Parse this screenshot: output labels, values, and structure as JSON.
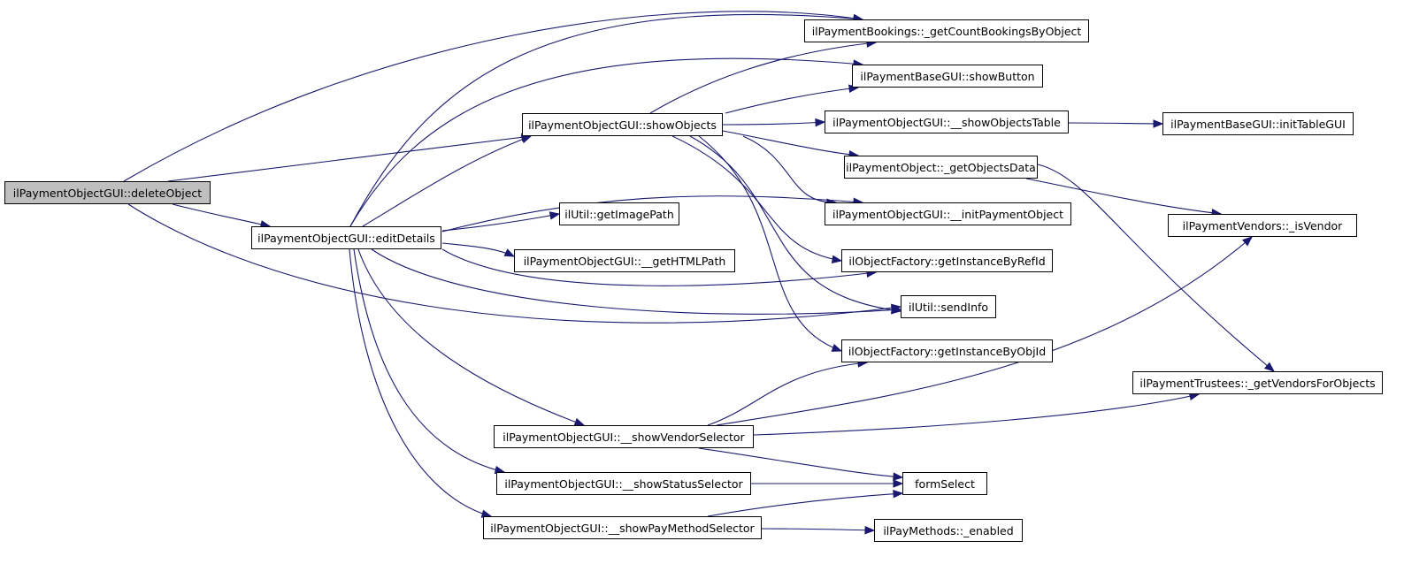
{
  "diagram": {
    "type": "call-graph",
    "title": "",
    "colors": {
      "edge": "#191970",
      "root_fill": "#bfbfbf",
      "node_fill": "#ffffff",
      "node_border": "#000000"
    },
    "nodes": [
      {
        "id": "deleteObject",
        "label": "ilPaymentObjectGUI::deleteObject",
        "root": true
      },
      {
        "id": "editDetails",
        "label": "ilPaymentObjectGUI::editDetails"
      },
      {
        "id": "showObjects",
        "label": "ilPaymentObjectGUI::showObjects"
      },
      {
        "id": "countBookings",
        "label": "ilPaymentBookings::_getCountBookingsByObject"
      },
      {
        "id": "showButton",
        "label": "ilPaymentBaseGUI::showButton"
      },
      {
        "id": "showObjectsTable",
        "label": "ilPaymentObjectGUI::__showObjectsTable"
      },
      {
        "id": "initTableGUI",
        "label": "ilPaymentBaseGUI::initTableGUI"
      },
      {
        "id": "getObjectsData",
        "label": "ilPaymentObject::_getObjectsData"
      },
      {
        "id": "initPaymentObject",
        "label": "ilPaymentObjectGUI::__initPaymentObject"
      },
      {
        "id": "isVendor",
        "label": "ilPaymentVendors::_isVendor"
      },
      {
        "id": "getImagePath",
        "label": "ilUtil::getImagePath"
      },
      {
        "id": "getHTMLPath",
        "label": "ilPaymentObjectGUI::__getHTMLPath"
      },
      {
        "id": "byRefId",
        "label": "ilObjectFactory::getInstanceByRefId"
      },
      {
        "id": "sendInfo",
        "label": "ilUtil::sendInfo"
      },
      {
        "id": "byObjId",
        "label": "ilObjectFactory::getInstanceByObjId"
      },
      {
        "id": "vendorsForObjects",
        "label": "ilPaymentTrustees::_getVendorsForObjects"
      },
      {
        "id": "vendorSelector",
        "label": "ilPaymentObjectGUI::__showVendorSelector"
      },
      {
        "id": "statusSelector",
        "label": "ilPaymentObjectGUI::__showStatusSelector"
      },
      {
        "id": "payMethodSelector",
        "label": "ilPaymentObjectGUI::__showPayMethodSelector"
      },
      {
        "id": "formSelect",
        "label": "formSelect"
      },
      {
        "id": "payMethodsEnabled",
        "label": "ilPayMethods::_enabled"
      }
    ],
    "edges": [
      {
        "from": "deleteObject",
        "to": "countBookings"
      },
      {
        "from": "deleteObject",
        "to": "showObjects"
      },
      {
        "from": "deleteObject",
        "to": "editDetails"
      },
      {
        "from": "deleteObject",
        "to": "sendInfo"
      },
      {
        "from": "editDetails",
        "to": "countBookings"
      },
      {
        "from": "editDetails",
        "to": "showButton"
      },
      {
        "from": "editDetails",
        "to": "showObjects"
      },
      {
        "from": "editDetails",
        "to": "initPaymentObject"
      },
      {
        "from": "editDetails",
        "to": "getImagePath"
      },
      {
        "from": "editDetails",
        "to": "getHTMLPath"
      },
      {
        "from": "editDetails",
        "to": "byRefId"
      },
      {
        "from": "editDetails",
        "to": "sendInfo"
      },
      {
        "from": "editDetails",
        "to": "vendorSelector"
      },
      {
        "from": "editDetails",
        "to": "statusSelector"
      },
      {
        "from": "editDetails",
        "to": "payMethodSelector"
      },
      {
        "from": "showObjects",
        "to": "countBookings"
      },
      {
        "from": "showObjects",
        "to": "showButton"
      },
      {
        "from": "showObjects",
        "to": "showObjectsTable"
      },
      {
        "from": "showObjects",
        "to": "getObjectsData"
      },
      {
        "from": "showObjects",
        "to": "initPaymentObject"
      },
      {
        "from": "showObjects",
        "to": "byRefId"
      },
      {
        "from": "showObjects",
        "to": "sendInfo"
      },
      {
        "from": "showObjects",
        "to": "byObjId"
      },
      {
        "from": "showObjectsTable",
        "to": "initTableGUI"
      },
      {
        "from": "getObjectsData",
        "to": "isVendor"
      },
      {
        "from": "getObjectsData",
        "to": "vendorsForObjects"
      },
      {
        "from": "vendorSelector",
        "to": "byObjId"
      },
      {
        "from": "vendorSelector",
        "to": "isVendor"
      },
      {
        "from": "vendorSelector",
        "to": "vendorsForObjects"
      },
      {
        "from": "vendorSelector",
        "to": "formSelect"
      },
      {
        "from": "statusSelector",
        "to": "formSelect"
      },
      {
        "from": "payMethodSelector",
        "to": "formSelect"
      },
      {
        "from": "payMethodSelector",
        "to": "payMethodsEnabled"
      }
    ]
  }
}
